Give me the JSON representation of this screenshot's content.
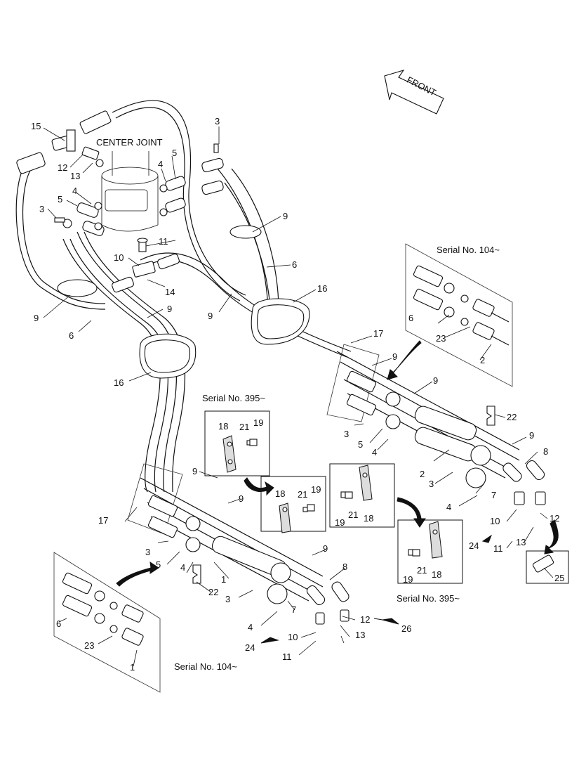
{
  "header": {
    "front_label": "FRONT"
  },
  "center_joint_label": "CENTER JOINT",
  "serial_labels": {
    "upper_right": "Serial No. 104~",
    "lower_left": "Serial No. 104~",
    "left_detail": "Serial No. 395~",
    "right_detail": "Serial No. 395~"
  },
  "callouts": {
    "c15": "15",
    "c12a": "12",
    "c13a": "13",
    "c3a": "3",
    "c5a": "5",
    "c4a": "4",
    "c3b": "3",
    "c5b": "5",
    "c4b": "4",
    "c11a": "11",
    "c10a": "10",
    "c14": "14",
    "c9a": "9",
    "c6a": "6",
    "c9b": "9",
    "c6b": "6",
    "c16a": "16",
    "c9c": "9",
    "c9d": "9",
    "c16b": "16",
    "c17a": "17",
    "c9e": "9",
    "c9f": "9",
    "c6c": "6",
    "c23a": "23",
    "c2a": "2",
    "c22a": "22",
    "c9g": "9",
    "c8a": "8",
    "c3c": "3",
    "c5c": "5",
    "c4c": "4",
    "c2b": "2",
    "c3d": "3",
    "c7a": "7",
    "c4d": "4",
    "c10b": "10",
    "c12b": "12",
    "c11b": "11",
    "c13b": "13",
    "c24a": "24",
    "c25": "25",
    "c18a": "18",
    "c21a": "21",
    "c19a": "19",
    "c18b": "18",
    "c21b": "21",
    "c19b": "19",
    "c19c": "19",
    "c21c": "21",
    "c18c": "18",
    "c19d": "19",
    "c21d": "21",
    "c18d": "18",
    "c9h": "9",
    "c17b": "17",
    "c9i": "9",
    "c3e": "3",
    "c5d": "5",
    "c4e": "4",
    "c1a": "1",
    "c22b": "22",
    "c9j": "9",
    "c8b": "8",
    "c3f": "3",
    "c7b": "7",
    "c4f": "4",
    "c12c": "12",
    "c26": "26",
    "c10c": "10",
    "c24b": "24",
    "c13c": "13",
    "c11c": "11",
    "c6d": "6",
    "c23b": "23",
    "c1b": "1"
  }
}
